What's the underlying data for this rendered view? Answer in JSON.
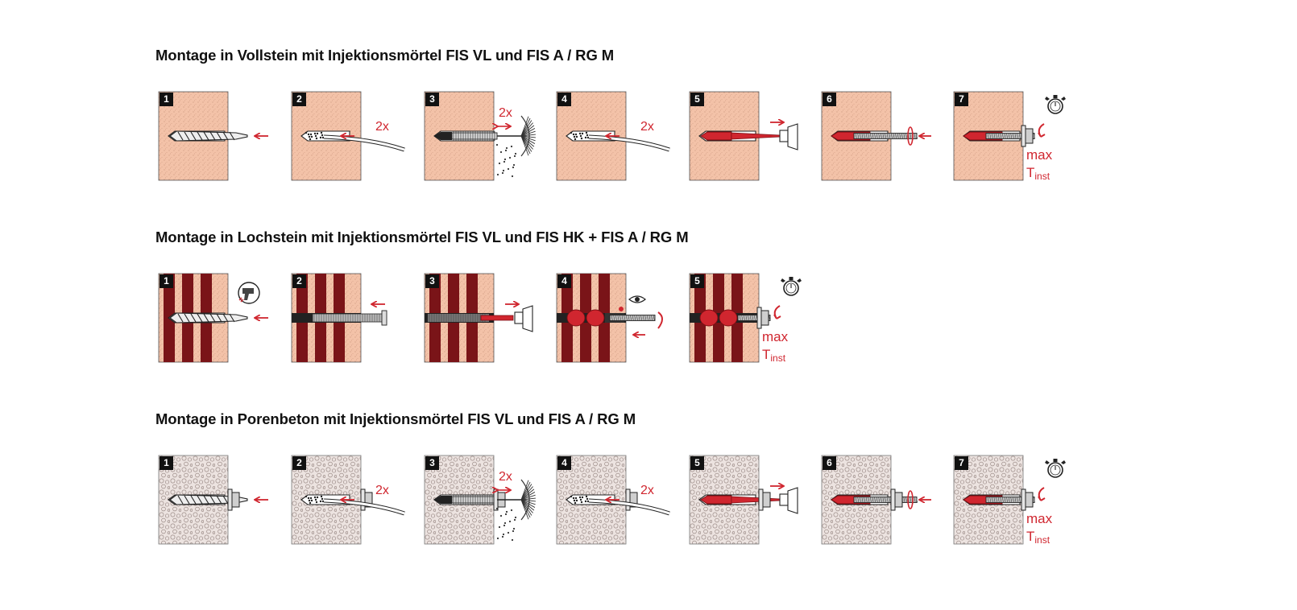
{
  "colors": {
    "accent_red": "#d0262f",
    "solid_brick": "#f3c2a8",
    "hollow_brick_dark": "#7a1418",
    "aerated_concrete": "#ece3e0",
    "badge_bg": "#111111"
  },
  "sections": [
    {
      "id": "vollstein",
      "title": "Montage in Vollstein mit Injektionsmörtel FIS VL und FIS A / RG M",
      "material": "solid",
      "steps": [
        {
          "number": "1",
          "action": "drill",
          "icon": "drill-bit-icon"
        },
        {
          "number": "2",
          "action": "blow",
          "label": "2x",
          "icon": "blow-pump-icon"
        },
        {
          "number": "3",
          "action": "brush",
          "label": "2x",
          "icon": "brush-icon"
        },
        {
          "number": "4",
          "action": "blow",
          "label": "2x",
          "icon": "blow-pump-icon"
        },
        {
          "number": "5",
          "action": "inject",
          "icon": "injection-nozzle-icon"
        },
        {
          "number": "6",
          "action": "insert-rod",
          "icon": "threaded-rod-icon"
        },
        {
          "number": "7",
          "action": "torque",
          "label_top": "max",
          "label_bottom": "T",
          "label_sub": "inst",
          "icon": "stopwatch-icon"
        }
      ]
    },
    {
      "id": "lochstein",
      "title": "Montage in Lochstein mit Injektionsmörtel FIS VL und FIS HK + FIS A / RG M",
      "material": "hollow",
      "steps": [
        {
          "number": "1",
          "action": "drill",
          "icon": "hammer-drill-icon"
        },
        {
          "number": "2",
          "action": "insert-sleeve",
          "icon": "anchor-sleeve-icon"
        },
        {
          "number": "3",
          "action": "inject",
          "icon": "injection-nozzle-icon"
        },
        {
          "number": "4",
          "action": "insert-rod-check",
          "icon": "eye-icon"
        },
        {
          "number": "5",
          "action": "torque",
          "label_top": "max",
          "label_bottom": "T",
          "label_sub": "inst",
          "icon": "stopwatch-icon"
        }
      ]
    },
    {
      "id": "porenbeton",
      "title": "Montage in Porenbeton mit Injektionsmörtel FIS VL und FIS A / RG M",
      "material": "aerated",
      "steps": [
        {
          "number": "1",
          "action": "drill",
          "icon": "drill-bit-icon"
        },
        {
          "number": "2",
          "action": "blow",
          "label": "2x",
          "icon": "blow-pump-icon"
        },
        {
          "number": "3",
          "action": "brush",
          "label": "2x",
          "icon": "brush-icon"
        },
        {
          "number": "4",
          "action": "blow",
          "label": "2x",
          "icon": "blow-pump-icon"
        },
        {
          "number": "5",
          "action": "inject",
          "icon": "injection-nozzle-icon"
        },
        {
          "number": "6",
          "action": "insert-rod",
          "icon": "threaded-rod-icon"
        },
        {
          "number": "7",
          "action": "torque",
          "label_top": "max",
          "label_bottom": "T",
          "label_sub": "inst",
          "icon": "stopwatch-icon"
        }
      ]
    }
  ]
}
